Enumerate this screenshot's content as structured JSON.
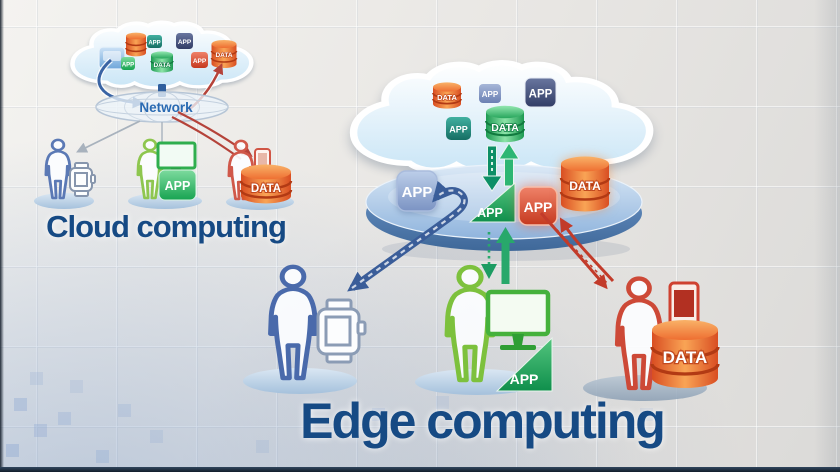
{
  "titles": {
    "cloud": "Cloud computing",
    "edge": "Edge computing"
  },
  "labels": {
    "app": "APP",
    "data": "DATA",
    "network": "Network"
  },
  "colors": {
    "title_text": "#164a84",
    "cloud_fill_top": "#ffffff",
    "cloud_fill_bottom": "#c9e5f6",
    "platform_disk": "#9dbcdf",
    "green_accent": "#23a862",
    "orange_accent": "#e8552f",
    "navy_accent": "#3d4770",
    "teal_accent": "#2a9486",
    "slate_accent": "#7c90bd",
    "blue_arrow": "#3a5d99",
    "red_arrow": "#c0392b",
    "gray_arrow": "#a8b2bd"
  },
  "cloud_diagram": {
    "hub_label": "Network",
    "cloud_icons": [
      "app-window-blue",
      "database-red",
      "app-teal",
      "app-navy",
      "app-green",
      "data-green",
      "app-red",
      "data-orange"
    ],
    "users": [
      "smartwatch user",
      "desktop user with APP",
      "smartphone user with DATA"
    ]
  },
  "edge_diagram": {
    "cloud_icons": [
      "data-orange",
      "app-slate",
      "app-navy",
      "app-teal",
      "data-green"
    ],
    "platform_icons": [
      "app-blue",
      "app-green-triangle",
      "app-orange",
      "data-orange"
    ],
    "users": [
      "smartwatch user",
      "desktop user with APP",
      "smartphone user with DATA"
    ]
  }
}
